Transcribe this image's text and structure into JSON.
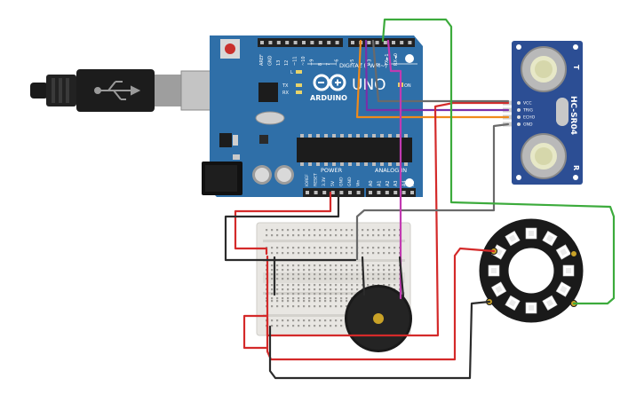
{
  "arduino": {
    "brand": "ARDUINO",
    "model": "UNO",
    "digital_label": "DIGITAL (PWM~)",
    "power_label": "POWER",
    "analog_label": "ANALOG IN",
    "on_label": "ON",
    "l_label": "L",
    "tx_label": "TX",
    "rx_label": "RX",
    "top_pin_labels": [
      "AREF",
      "GND",
      "13",
      "12",
      "~11",
      "~10",
      "~9",
      "8",
      "7",
      "~6",
      "~5",
      "4",
      "~3",
      "2",
      "TX►1",
      "RX◄0"
    ],
    "power_pin_labels": [
      "IOREF",
      "RESET",
      "3.3V",
      "5V",
      "GND",
      "GND",
      "Vin"
    ],
    "analog_pin_labels": [
      "A0",
      "A1",
      "A2",
      "A3",
      "A4",
      "A5"
    ]
  },
  "sensor": {
    "name": "HC-SR04",
    "pins": [
      "VCC",
      "TRIG",
      "ECHO",
      "GND"
    ],
    "letter_t": "T",
    "letter_r": "R"
  },
  "colors": {
    "board": "#2f6fa8",
    "board_dark": "#24568a",
    "wire_red": "#d42a2a",
    "wire_black": "#2b2b2b",
    "wire_green": "#3cab3c",
    "wire_orange": "#ef8a1b",
    "wire_purple": "#7a2fa8",
    "wire_magenta": "#c13ab1",
    "breadboard": "#e8e6e2",
    "ring": "#1a1a1a"
  }
}
